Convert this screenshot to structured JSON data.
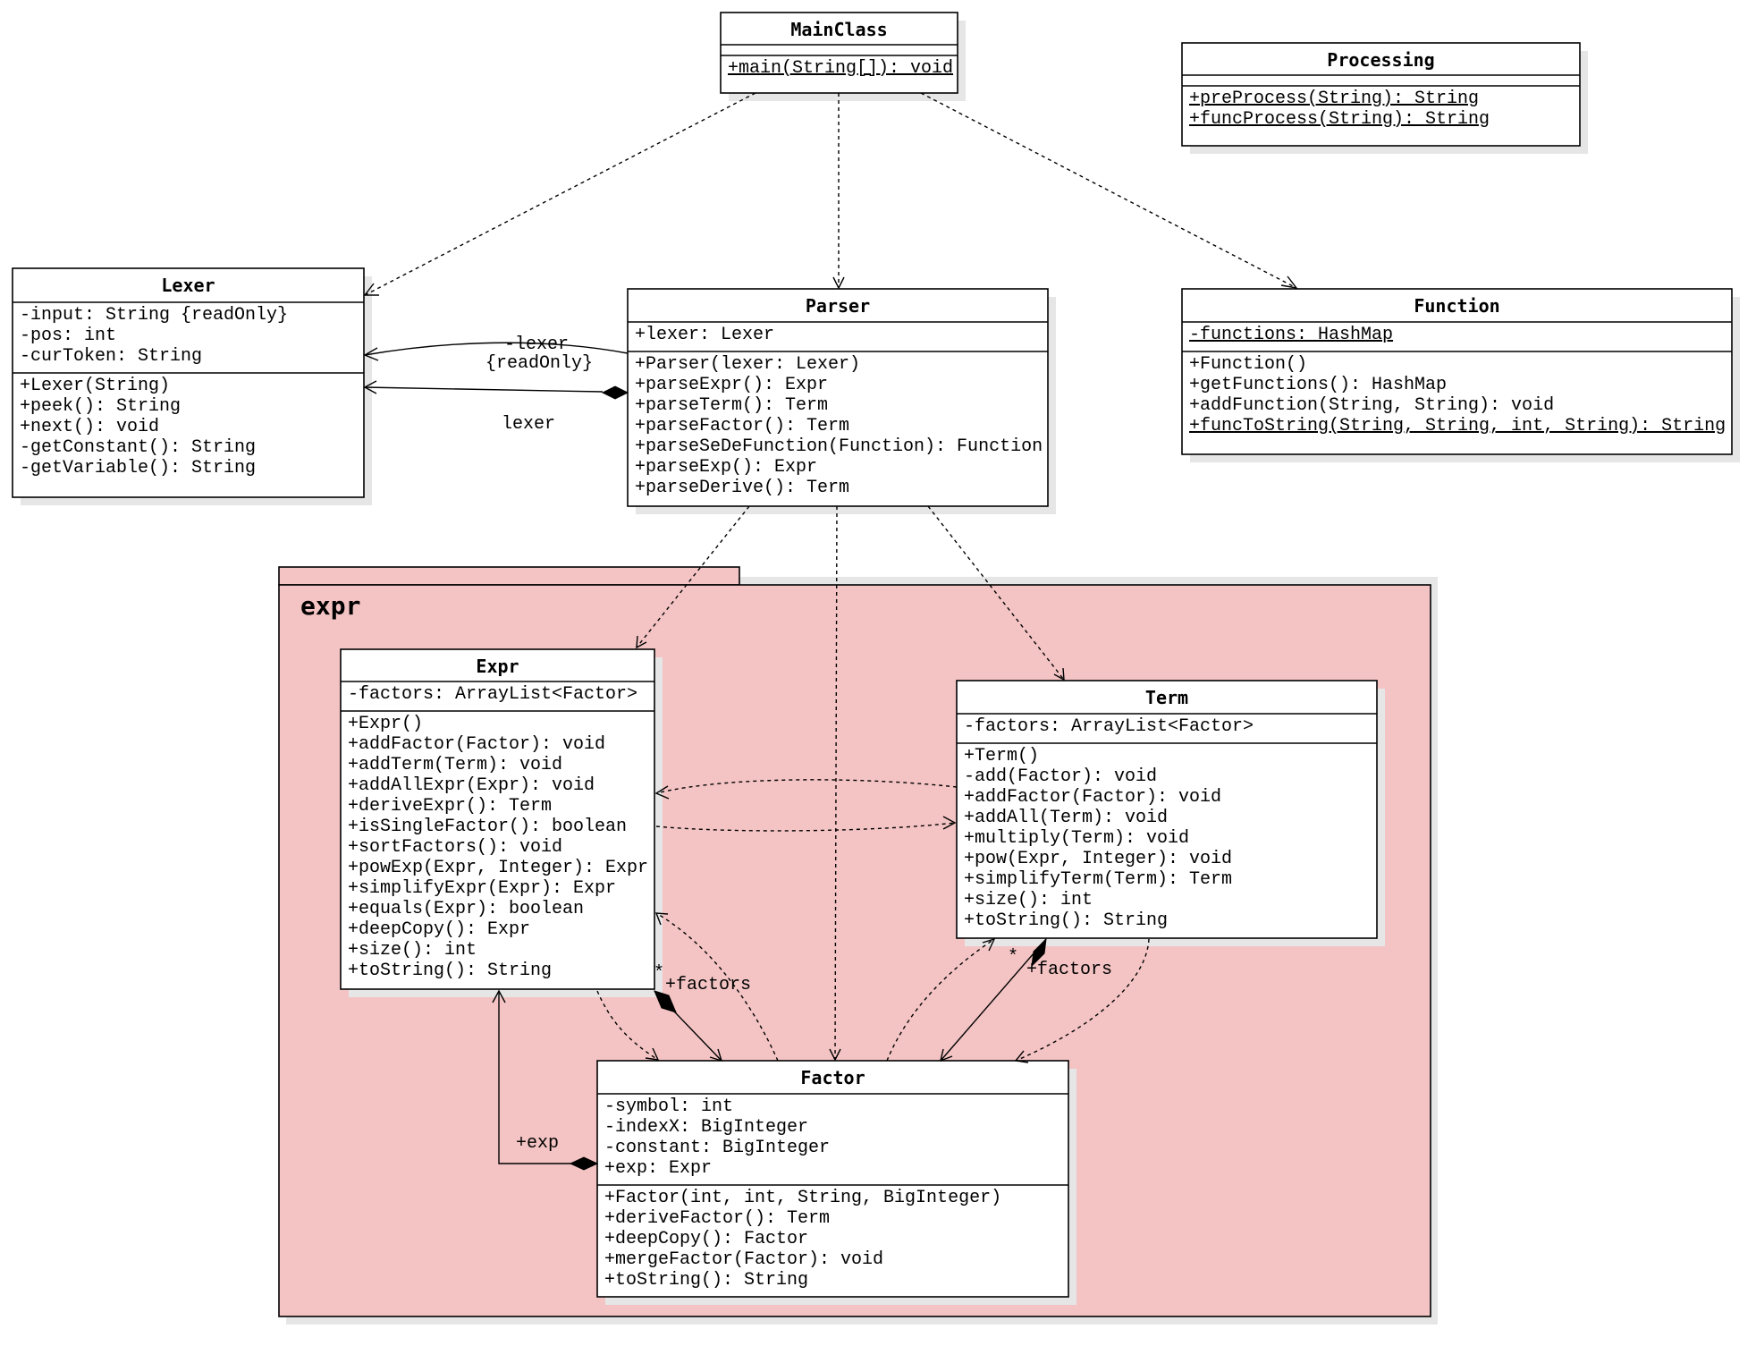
{
  "package": {
    "name": "expr",
    "fill": "#f4c4c4"
  },
  "classes": {
    "main": {
      "name": "MainClass",
      "attributes": [],
      "methods": [
        {
          "text": "+main(String[]): void",
          "static": true
        }
      ]
    },
    "processing": {
      "name": "Processing",
      "attributes": [],
      "methods": [
        {
          "text": "+preProcess(String): String",
          "static": true
        },
        {
          "text": "+funcProcess(String): String",
          "static": true
        }
      ]
    },
    "lexer": {
      "name": "Lexer",
      "attributes": [
        {
          "text": "-input: String {readOnly}"
        },
        {
          "text": "-pos: int"
        },
        {
          "text": "-curToken: String"
        }
      ],
      "methods": [
        {
          "text": "+Lexer(String)"
        },
        {
          "text": "+peek(): String"
        },
        {
          "text": "+next(): void"
        },
        {
          "text": "-getConstant(): String"
        },
        {
          "text": "-getVariable(): String"
        }
      ]
    },
    "parser": {
      "name": "Parser",
      "attributes": [
        {
          "text": "+lexer: Lexer"
        }
      ],
      "methods": [
        {
          "text": "+Parser(lexer: Lexer)"
        },
        {
          "text": "+parseExpr(): Expr"
        },
        {
          "text": "+parseTerm(): Term"
        },
        {
          "text": "+parseFactor(): Term"
        },
        {
          "text": "+parseSeDeFunction(Function): Function"
        },
        {
          "text": "+parseExp(): Expr"
        },
        {
          "text": "+parseDerive(): Term"
        }
      ]
    },
    "function": {
      "name": "Function",
      "attributes": [
        {
          "text": "-functions: HashMap",
          "static": true
        }
      ],
      "methods": [
        {
          "text": "+Function()"
        },
        {
          "text": "+getFunctions(): HashMap"
        },
        {
          "text": "+addFunction(String, String): void"
        },
        {
          "text": "+funcToString(String, String, int, String): String",
          "static": true
        }
      ]
    },
    "expr": {
      "name": "Expr",
      "attributes": [
        {
          "text": "-factors: ArrayList<Factor>"
        }
      ],
      "methods": [
        {
          "text": "+Expr()"
        },
        {
          "text": "+addFactor(Factor): void"
        },
        {
          "text": "+addTerm(Term): void"
        },
        {
          "text": "+addAllExpr(Expr): void"
        },
        {
          "text": "+deriveExpr(): Term"
        },
        {
          "text": "+isSingleFactor(): boolean"
        },
        {
          "text": "+sortFactors(): void"
        },
        {
          "text": "+powExp(Expr, Integer): Expr"
        },
        {
          "text": "+simplifyExpr(Expr): Expr"
        },
        {
          "text": "+equals(Expr): boolean"
        },
        {
          "text": "+deepCopy(): Expr"
        },
        {
          "text": "+size(): int"
        },
        {
          "text": "+toString(): String"
        }
      ]
    },
    "term": {
      "name": "Term",
      "attributes": [
        {
          "text": "-factors: ArrayList<Factor>"
        }
      ],
      "methods": [
        {
          "text": "+Term()"
        },
        {
          "text": "-add(Factor): void"
        },
        {
          "text": "+addFactor(Factor): void"
        },
        {
          "text": "+addAll(Term): void"
        },
        {
          "text": "+multiply(Term): void"
        },
        {
          "text": "+pow(Expr, Integer): void"
        },
        {
          "text": "+simplifyTerm(Term): Term"
        },
        {
          "text": "+size(): int"
        },
        {
          "text": "+toString(): String"
        }
      ]
    },
    "factor": {
      "name": "Factor",
      "attributes": [
        {
          "text": "-symbol: int"
        },
        {
          "text": "-indexX: BigInteger"
        },
        {
          "text": "-constant: BigInteger"
        },
        {
          "text": "+exp: Expr"
        }
      ],
      "methods": [
        {
          "text": "+Factor(int, int, String, BigInteger)"
        },
        {
          "text": "+deriveFactor(): Term"
        },
        {
          "text": "+deepCopy(): Factor"
        },
        {
          "text": "+mergeFactor(Factor): void"
        },
        {
          "text": "+toString(): String"
        }
      ]
    }
  },
  "edge_labels": {
    "parser_lexer_role": "-lexer",
    "parser_lexer_readonly": "{readOnly}",
    "parser_lexer_assoc": "lexer",
    "expr_factor_mult": "*",
    "expr_factor_role": "+factors",
    "term_factor_mult": "*",
    "term_factor_role": "+factors",
    "factor_exp_role": "+exp"
  }
}
